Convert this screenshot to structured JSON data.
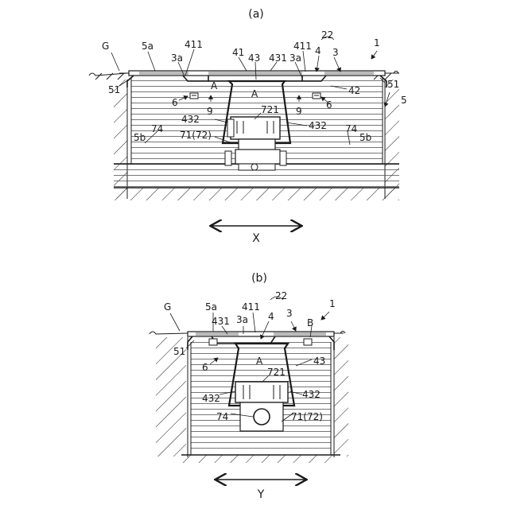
{
  "figure_a": {
    "subtitle": "(a)",
    "labels": {
      "G": "G",
      "n5a": "5a",
      "n411_left": "411",
      "n3a_left": "3a",
      "n41": "41",
      "n43": "43",
      "n431": "431",
      "n3a_right": "3a",
      "n411_right": "411",
      "n22": "22",
      "n4": "4",
      "n3": "3",
      "n1": "1",
      "n51_left": "51",
      "n51_right": "51",
      "n5": "5",
      "A_left": "A",
      "A_center": "A",
      "n6_left": "6",
      "n6_right": "6",
      "n9_left": "9",
      "n9_right": "9",
      "n42": "42",
      "n721": "721",
      "n432_left": "432",
      "n432_right": "432",
      "n74_left": "74",
      "n74_right": "74",
      "n71_72": "71(72)",
      "n5b_left": "5b",
      "n5b_right": "5b"
    },
    "axis_label": "X"
  },
  "figure_b": {
    "subtitle": "(b)",
    "labels": {
      "G": "G",
      "n5a": "5a",
      "n411": "411",
      "n22": "22",
      "n1": "1",
      "n431": "431",
      "n3a": "3a",
      "n4": "4",
      "n3": "3",
      "B": "B",
      "n51": "51",
      "n6": "6",
      "A": "A",
      "n43": "43",
      "n721": "721",
      "n432_left": "432",
      "n432_right": "432",
      "n74": "74",
      "n71_72": "71(72)"
    },
    "axis_label": "Y"
  }
}
